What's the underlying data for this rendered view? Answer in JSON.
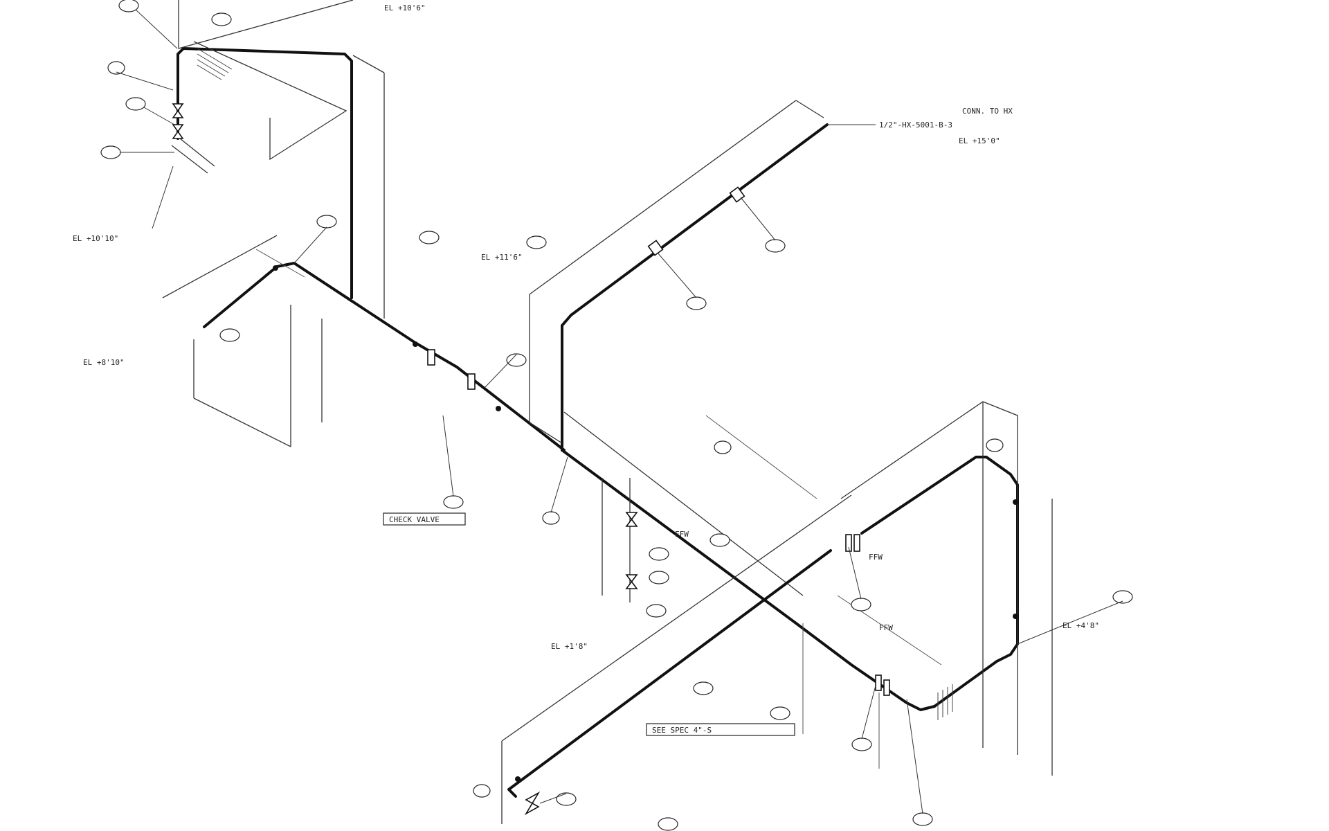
{
  "drawing": {
    "type": "isometric-piping-drawing",
    "notes": {
      "el_top_left": "EL +10'6\"",
      "el_top_left_2": "EL +10'10\"",
      "el_left_mid": "EL +8'10\"",
      "el_center": "EL +11'6\"",
      "el_right": "EL +4'8\"",
      "el_bottom_mid": "EL +1'8\"",
      "el_top_right": "EL +15'0\"",
      "conn_top_right": "CONN. TO HX",
      "line_tag": "1/2\"-HX-5001-B-3",
      "check_valve": "CHECK VALVE",
      "spec_note": "SEE SPEC 4\"-S",
      "ffw_1": "FFW",
      "ffw_2": "FFW",
      "ffw_3": "FFW"
    },
    "icons": {
      "bubble": "item-callout-circle-icon",
      "valve": "gate-valve-icon",
      "flange": "flange-icon",
      "elbow": "elbow-fitting-icon"
    },
    "colors": {
      "background": "#ffffff",
      "line": "#111111"
    }
  }
}
